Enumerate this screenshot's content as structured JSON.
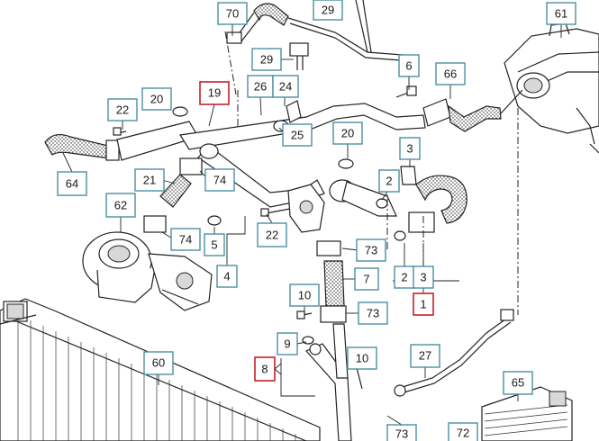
{
  "diagram": {
    "callouts": [
      {
        "id": "70",
        "text": "70",
        "style": "blue"
      },
      {
        "id": "29a",
        "text": "29",
        "style": "blue"
      },
      {
        "id": "61",
        "text": "61",
        "style": "blue"
      },
      {
        "id": "29b",
        "text": "29",
        "style": "blue"
      },
      {
        "id": "6",
        "text": "6",
        "style": "blue"
      },
      {
        "id": "66",
        "text": "66",
        "style": "blue"
      },
      {
        "id": "19",
        "text": "19",
        "style": "red"
      },
      {
        "id": "26",
        "text": "26",
        "style": "blue"
      },
      {
        "id": "24",
        "text": "24",
        "style": "blue"
      },
      {
        "id": "20a",
        "text": "20",
        "style": "blue"
      },
      {
        "id": "22a",
        "text": "22",
        "style": "blue"
      },
      {
        "id": "25",
        "text": "25",
        "style": "blue"
      },
      {
        "id": "20b",
        "text": "20",
        "style": "blue"
      },
      {
        "id": "3a",
        "text": "3",
        "style": "blue"
      },
      {
        "id": "64",
        "text": "64",
        "style": "blue"
      },
      {
        "id": "21",
        "text": "21",
        "style": "blue"
      },
      {
        "id": "74a",
        "text": "74",
        "style": "blue"
      },
      {
        "id": "2a",
        "text": "2",
        "style": "blue"
      },
      {
        "id": "62",
        "text": "62",
        "style": "blue"
      },
      {
        "id": "22b",
        "text": "22",
        "style": "blue"
      },
      {
        "id": "74b",
        "text": "74",
        "style": "blue"
      },
      {
        "id": "5",
        "text": "5",
        "style": "blue"
      },
      {
        "id": "73a",
        "text": "73",
        "style": "blue"
      },
      {
        "id": "4",
        "text": "4",
        "style": "blue"
      },
      {
        "id": "2b",
        "text": "2",
        "style": "blue"
      },
      {
        "id": "3b",
        "text": "3",
        "style": "blue"
      },
      {
        "id": "7",
        "text": "7",
        "style": "blue"
      },
      {
        "id": "1",
        "text": "1",
        "style": "red"
      },
      {
        "id": "10a",
        "text": "10",
        "style": "blue"
      },
      {
        "id": "73b",
        "text": "73",
        "style": "blue"
      },
      {
        "id": "9",
        "text": "9",
        "style": "blue"
      },
      {
        "id": "27",
        "text": "27",
        "style": "blue"
      },
      {
        "id": "60",
        "text": "60",
        "style": "blue"
      },
      {
        "id": "10b",
        "text": "10",
        "style": "blue"
      },
      {
        "id": "8",
        "text": "8",
        "style": "red"
      },
      {
        "id": "65",
        "text": "65",
        "style": "blue"
      },
      {
        "id": "73c",
        "text": "73",
        "style": "blue"
      },
      {
        "id": "72",
        "text": "72",
        "style": "blue"
      }
    ]
  }
}
